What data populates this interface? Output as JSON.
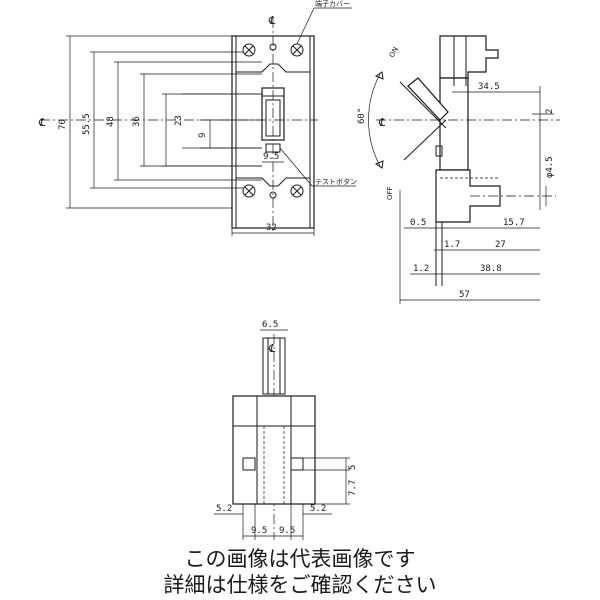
{
  "labels": {
    "terminal_cover": "端子カバー",
    "test_button": "テストボタン",
    "on": "ON",
    "off": "OFF",
    "centerline": "℄"
  },
  "front_view": {
    "height_70": "70",
    "height_55_5": "55.5",
    "height_48": "48",
    "height_36": "36",
    "height_23": "23",
    "height_9": "9",
    "width_9_5": "9.5",
    "width_32": "32"
  },
  "side_view": {
    "angle": "60°",
    "dim_34_5": "34.5",
    "dim_2": "2",
    "dia_4_5": "φ4.5",
    "dim_0_5": "0.5",
    "dim_15_7": "15.7",
    "dim_1_7": "1.7",
    "dim_27": "27",
    "dim_1_2": "1.2",
    "dim_38_8": "38.8",
    "dim_57": "57"
  },
  "bottom_view": {
    "dim_6_5": "6.5",
    "dim_5": "5",
    "dim_7_7": "7.7",
    "dim_5_2_left": "5.2",
    "dim_5_2_right": "5.2",
    "dim_9_5_left": "9.5",
    "dim_9_5_right": "9.5"
  },
  "caption": {
    "line1": "この画像は代表画像です",
    "line2": "詳細は仕様をご確認ください"
  }
}
